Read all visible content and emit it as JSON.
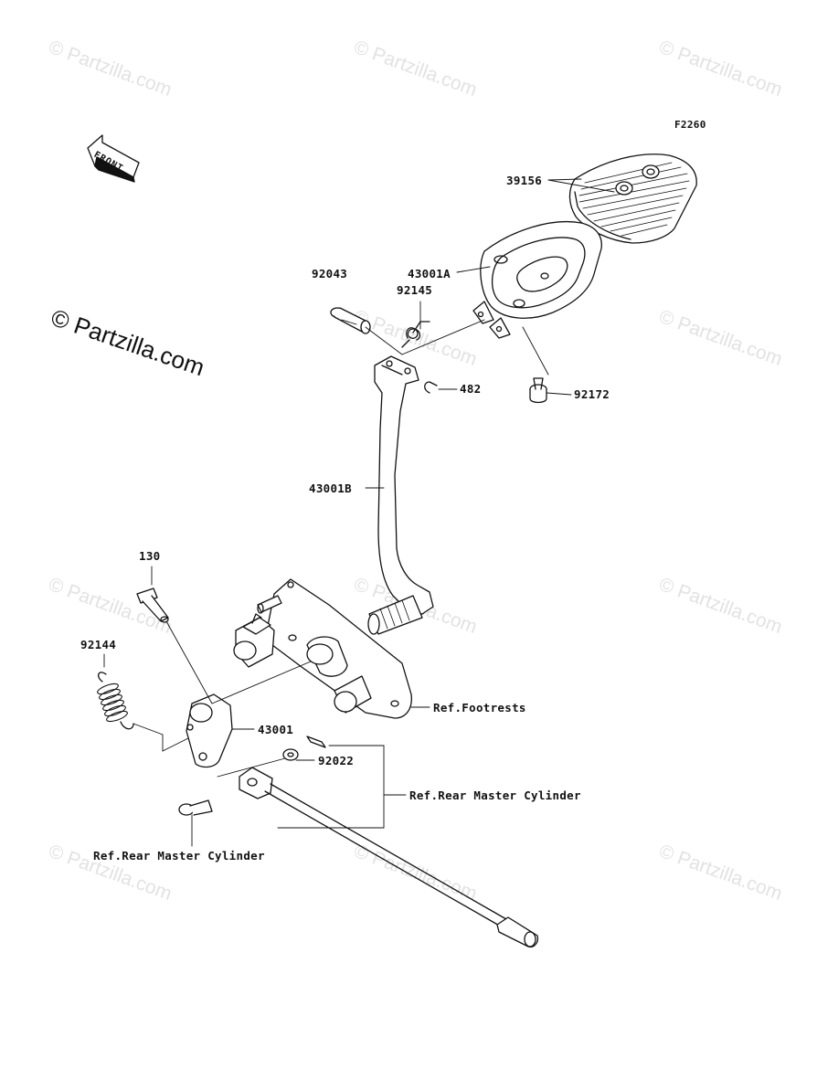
{
  "figure_code": "F2260",
  "front_arrow_label": "FRONT",
  "copyright_mark": "© Partzilla.com",
  "watermark_text": "© Partzilla.com",
  "parts": {
    "p39156": "39156",
    "p43001A": "43001A",
    "p92043": "92043",
    "p92145": "92145",
    "p482": "482",
    "p92172": "92172",
    "p43001B": "43001B",
    "p130": "130",
    "p92144": "92144",
    "p43001": "43001",
    "p92022": "92022"
  },
  "references": {
    "footrests": "Ref.Footrests",
    "rear_master_cylinder_right": "Ref.Rear Master Cylinder",
    "rear_master_cylinder_left": "Ref.Rear Master Cylinder"
  }
}
